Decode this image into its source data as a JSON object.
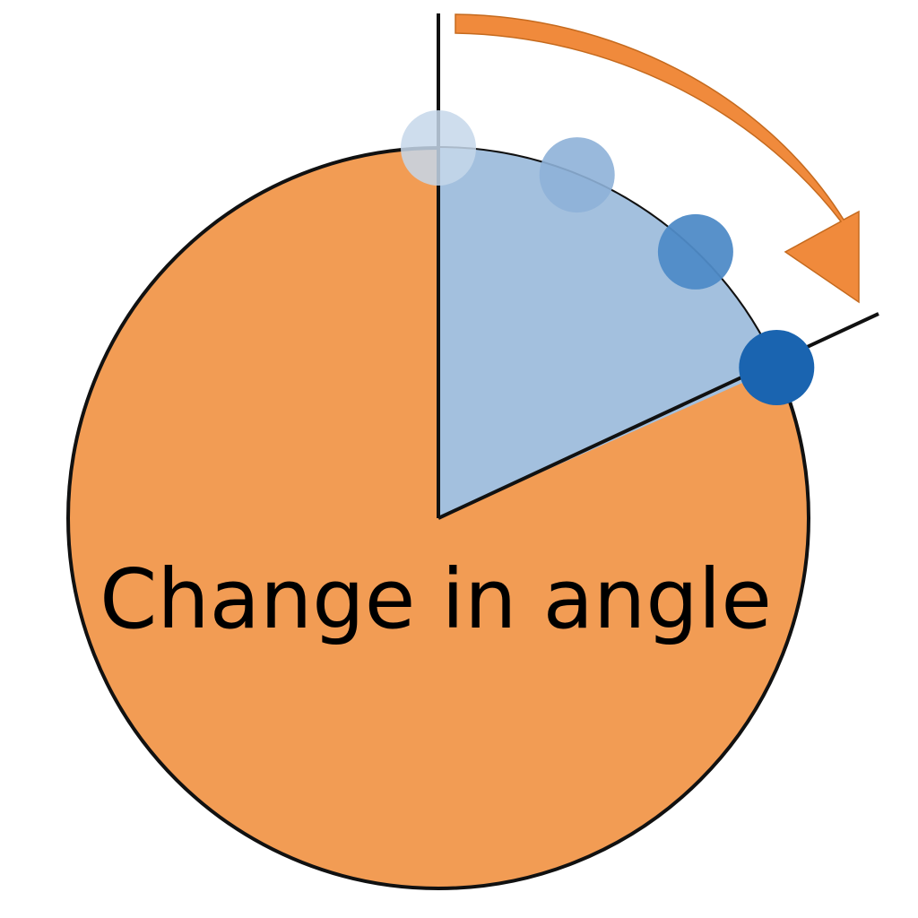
{
  "diagram": {
    "caption": "Change in angle",
    "colors": {
      "background": "#ffffff",
      "circle_fill": "#f29c54",
      "outline": "#111111",
      "sector_fill": "#a3c0de",
      "arrow_fill": "#f08a3c",
      "arrow_stroke": "#c56a1e",
      "dot_colors": [
        "#c5d7ea",
        "#8eb1d8",
        "#4f8bc7",
        "#1a64b0"
      ],
      "dot_opacities": [
        0.85,
        0.9,
        0.95,
        1.0
      ]
    },
    "angle_deg": 66,
    "dot_angles_deg": [
      0,
      22,
      44,
      66
    ]
  }
}
